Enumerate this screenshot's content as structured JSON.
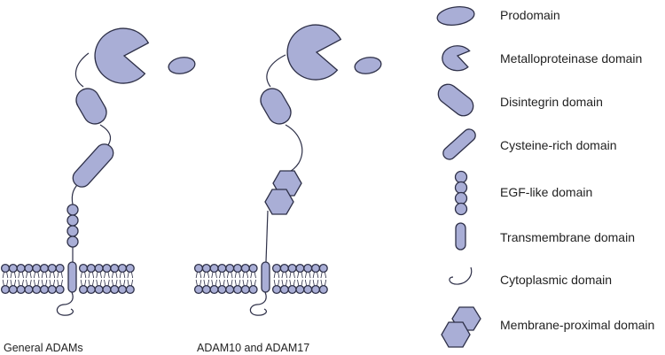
{
  "captions": {
    "general": "General ADAMs",
    "adam10_17": "ADAM10 and ADAM17"
  },
  "legend": [
    {
      "icon": "prodomain-icon",
      "label": "Prodomain"
    },
    {
      "icon": "metalloproteinase-icon",
      "label": "Metalloproteinase domain"
    },
    {
      "icon": "disintegrin-icon",
      "label": "Disintegrin domain"
    },
    {
      "icon": "cysteine-rich-icon",
      "label": "Cysteine-rich domain"
    },
    {
      "icon": "egf-like-icon",
      "label": "EGF-like domain"
    },
    {
      "icon": "transmembrane-icon",
      "label": "Transmembrane domain"
    },
    {
      "icon": "cytoplasmic-icon",
      "label": "Cytoplasmic domain"
    },
    {
      "icon": "membrane-proximal-icon",
      "label": "Membrane-proximal domain"
    }
  ],
  "colors": {
    "domain_fill": "#a9aed6",
    "outline": "#2e3048",
    "lipid_tail": "#adadad"
  }
}
